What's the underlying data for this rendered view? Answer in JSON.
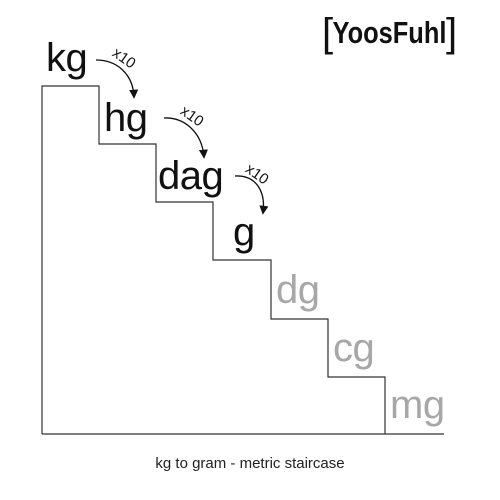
{
  "logo": {
    "open_bracket": "[",
    "text": "YoosFuhl",
    "close_bracket": "]"
  },
  "caption": "kg to gram - metric staircase",
  "steps": [
    {
      "unit": "kg",
      "tone": "dark"
    },
    {
      "unit": "hg",
      "tone": "dark"
    },
    {
      "unit": "dag",
      "tone": "dark"
    },
    {
      "unit": "g",
      "tone": "dark"
    },
    {
      "unit": "dg",
      "tone": "light"
    },
    {
      "unit": "cg",
      "tone": "light"
    },
    {
      "unit": "mg",
      "tone": "light"
    }
  ],
  "arrows": [
    {
      "label": "x10"
    },
    {
      "label": "x10"
    },
    {
      "label": "x10"
    }
  ],
  "colors": {
    "dark_text": "#111111",
    "light_text": "#a7a7a7",
    "line": "#333333",
    "background": "#ffffff"
  }
}
